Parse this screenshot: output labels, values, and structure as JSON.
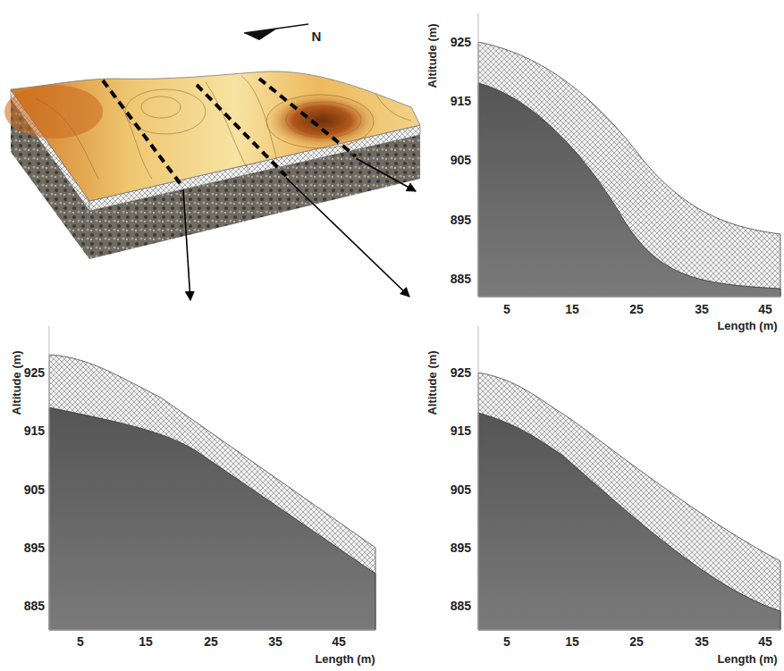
{
  "diagram": {
    "labels": [
      "N",
      "Altitude (m)",
      "925",
      "915",
      "905",
      "895",
      "885",
      "5",
      "15",
      "25",
      "35",
      "45",
      "Length (m)",
      "Altitude (m)",
      "925",
      "915",
      "905",
      "895",
      "885",
      "5",
      "15",
      "25",
      "35",
      "45",
      "Length (m)",
      "Altitude (m)",
      "925",
      "915",
      "905",
      "895",
      "885",
      "5",
      "15",
      "25",
      "35",
      "45",
      "Length (m)"
    ]
  }
}
